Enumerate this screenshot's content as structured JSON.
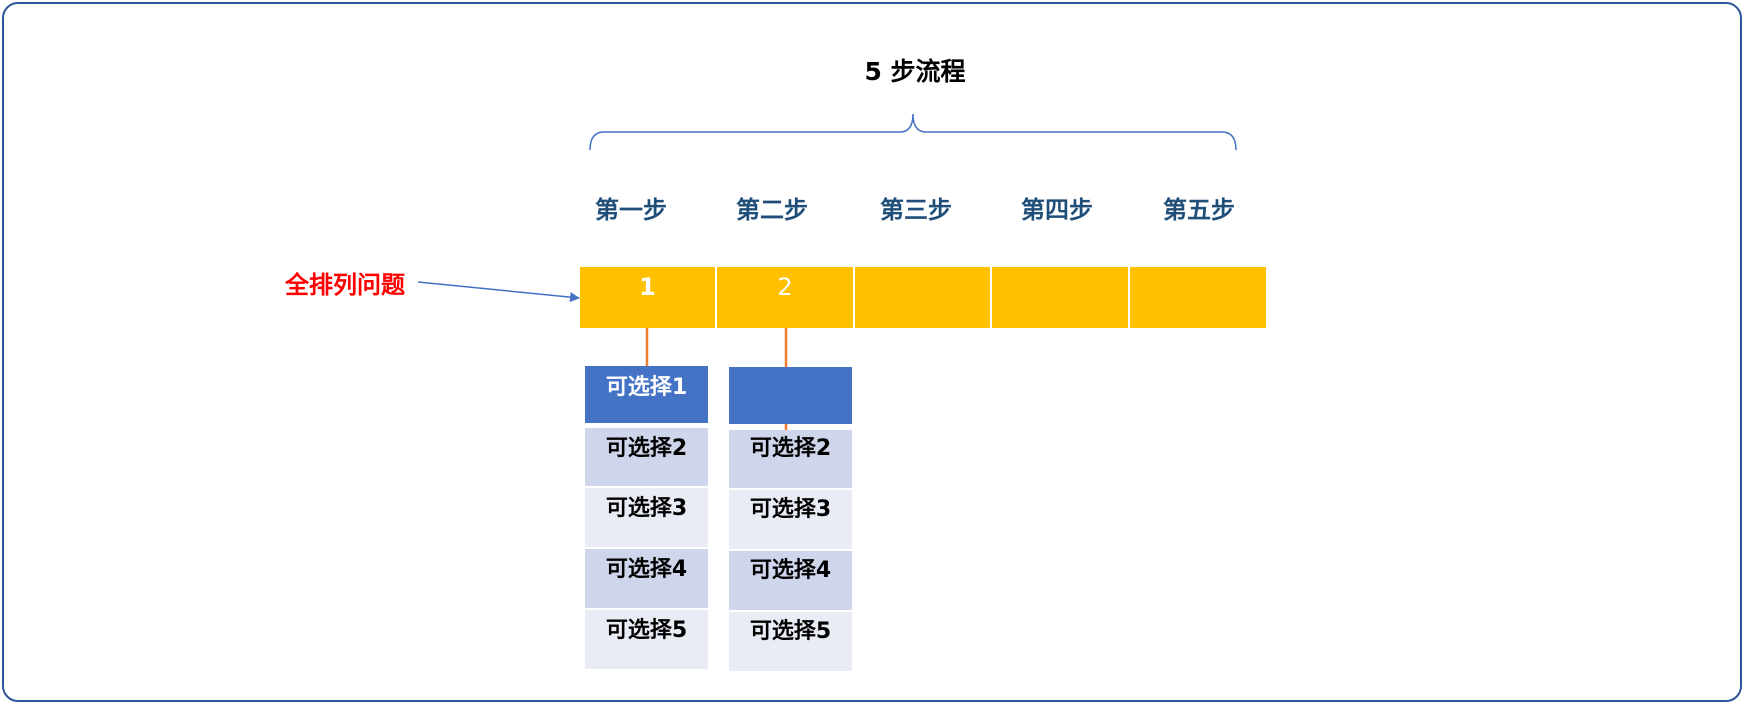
{
  "diagram": {
    "title": "5 步流程",
    "steps": [
      "第一步",
      "第二步",
      "第三步",
      "第四步",
      "第五步"
    ],
    "pointer_label": "全排列问题",
    "sequence": [
      "1",
      "2",
      "",
      "",
      ""
    ],
    "columns": [
      {
        "options": [
          "可选择1",
          "可选择2",
          "可选择3",
          "可选择4",
          "可选择5"
        ],
        "selected_index": 0
      },
      {
        "options": [
          "",
          "可选择2",
          "可选择3",
          "可选择4",
          "可选择5"
        ],
        "selected_index": 0
      }
    ],
    "colors": {
      "frame": "#2F5597",
      "brace": "#4472C4",
      "step_text": "#1F4E79",
      "sequence_fill": "#FFC000",
      "selected_option": "#4472C4",
      "option_dark": "#CFD5EA",
      "option_light": "#E9EBF5",
      "pointer_label": "#FF0000",
      "pointer_arrow": "#4472C4",
      "pick_arrow": "#ED7D31"
    }
  }
}
